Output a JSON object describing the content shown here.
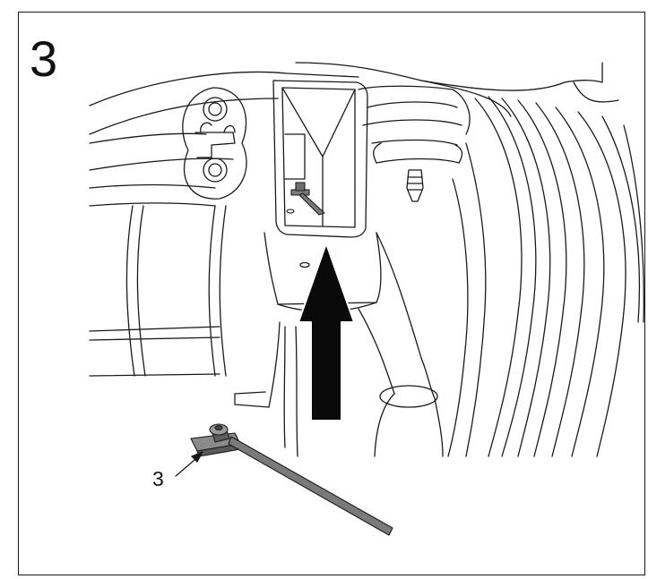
{
  "step": {
    "number": "3"
  },
  "callout": {
    "label": "3",
    "refers_to": "cable-tie-with-nut"
  },
  "colors": {
    "line": "#1a1a1a",
    "fill": "#ffffff",
    "part": "#6e6e6e",
    "arrow": "#0a0a0a"
  },
  "icons": [
    "up-arrow-icon",
    "callout-arrow-icon"
  ]
}
